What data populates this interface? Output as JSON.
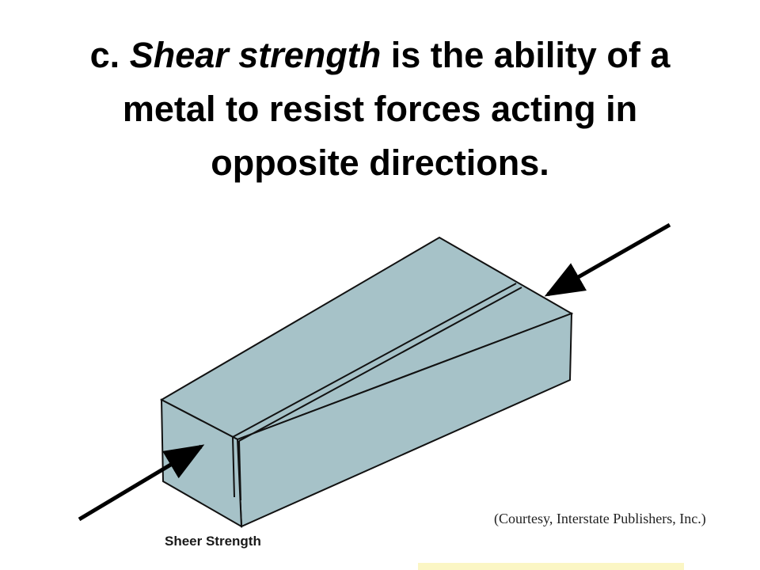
{
  "heading": {
    "prefix": "c. ",
    "term": "Shear strength",
    "line1_rest": " is the ability of a",
    "line2": "metal to resist forces acting in",
    "line3": "opposite directions."
  },
  "figure": {
    "caption": "Sheer Strength",
    "credit": "(Courtesy, Interstate Publishers, Inc.)"
  },
  "colors": {
    "block_face": "#a6c2c8",
    "outline": "#111111",
    "arrow": "#000000",
    "highlight": "#fbf6c4"
  }
}
